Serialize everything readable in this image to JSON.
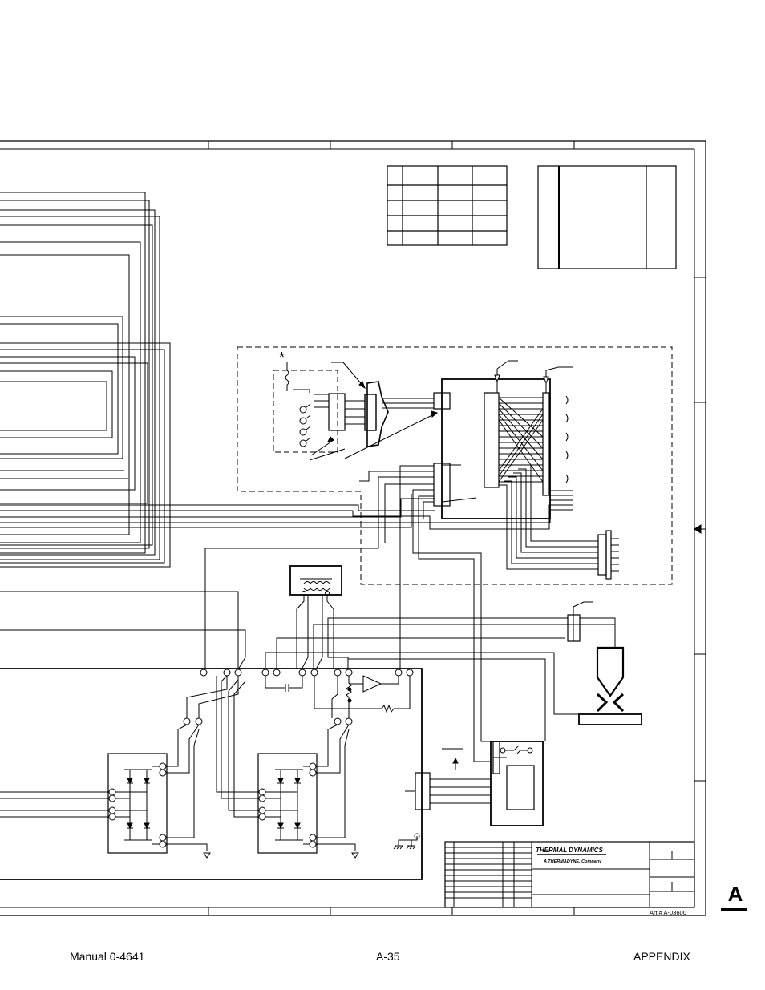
{
  "footer": {
    "manual": "Manual 0-4641",
    "page": "A-35",
    "section": "APPENDIX"
  },
  "tab": {
    "letter": "A"
  },
  "title_block": {
    "company_name": "THERMAL DYNAMICS",
    "company_sub": "A THERMADYNE. Company",
    "art_number": "Art # A-03600"
  },
  "annotations": {
    "asterisk": "*"
  }
}
